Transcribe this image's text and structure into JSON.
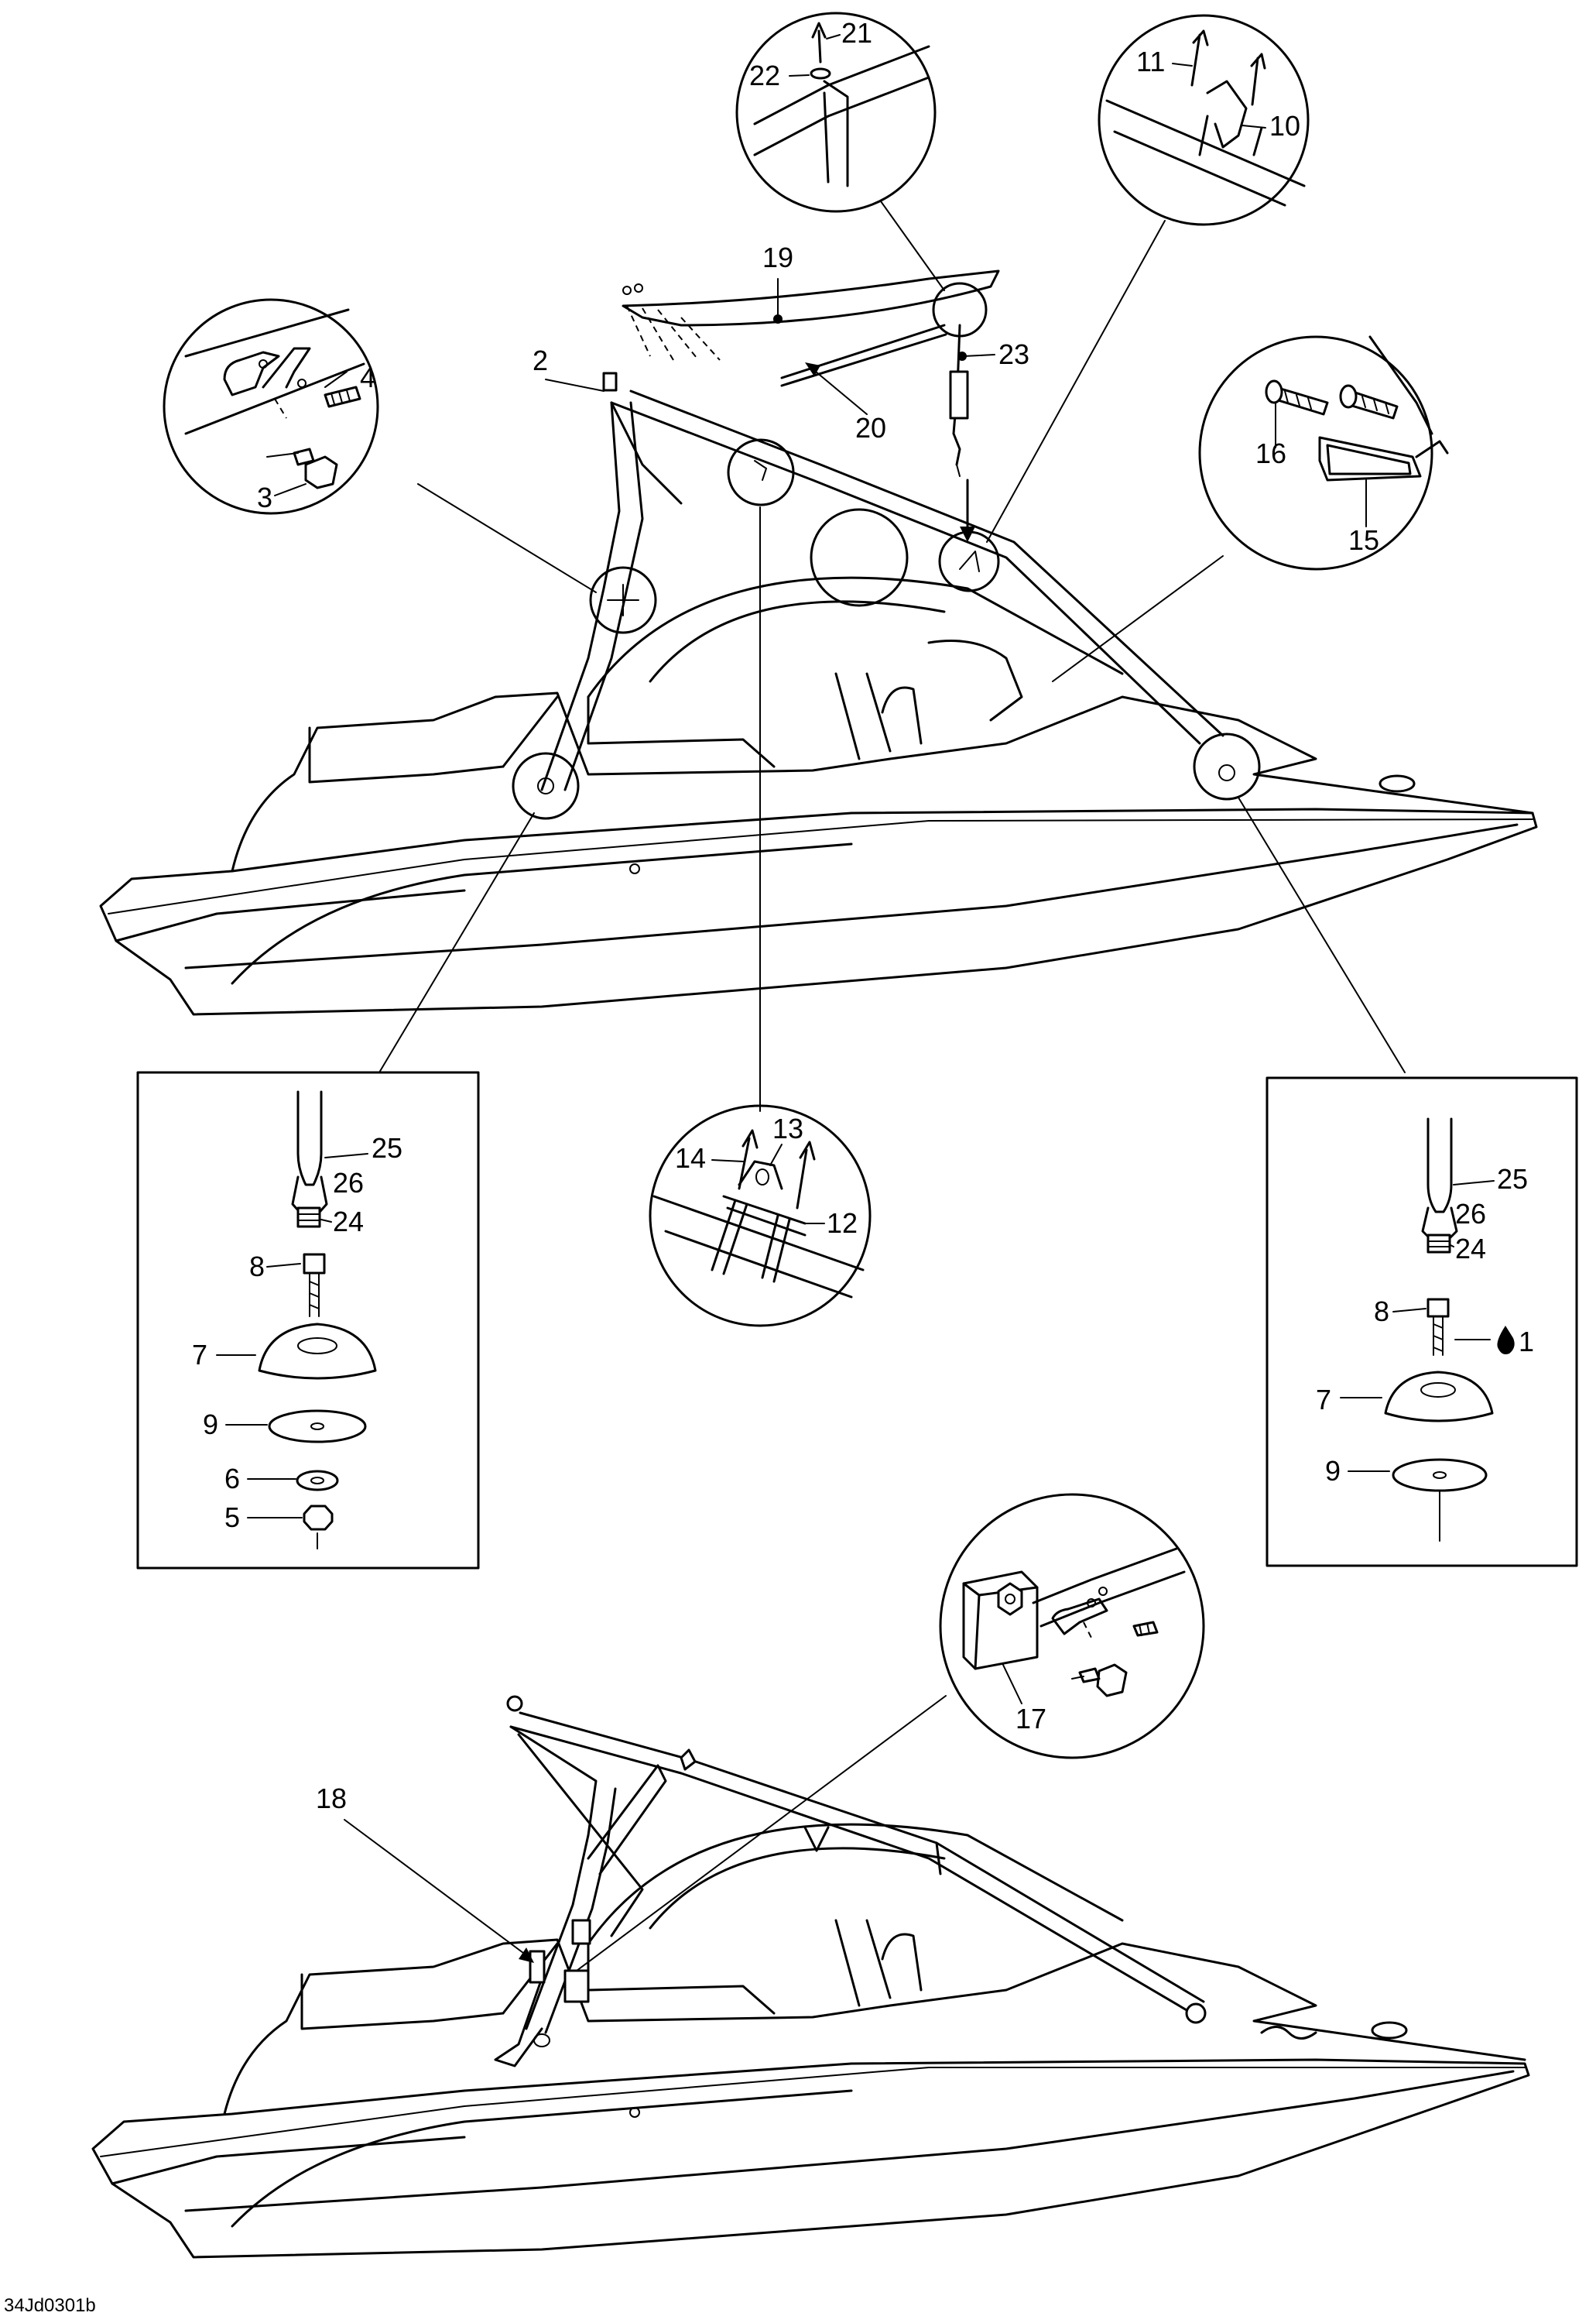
{
  "diagram_code": "34Jd0301b",
  "labels": {
    "n1": "1",
    "n2": "2",
    "n3": "3",
    "n4": "4",
    "n5": "5",
    "n6": "6",
    "n7": "7",
    "n8": "8",
    "n9": "9",
    "n10": "10",
    "n11": "11",
    "n12": "12",
    "n13": "13",
    "n14": "14",
    "n15": "15",
    "n16": "16",
    "n17": "17",
    "n18": "18",
    "n19": "19",
    "n20": "20",
    "n21": "21",
    "n22": "22",
    "n23": "23",
    "n24": "24",
    "n25": "25",
    "n26": "26"
  },
  "icons": {
    "loctite": "drop-icon"
  }
}
